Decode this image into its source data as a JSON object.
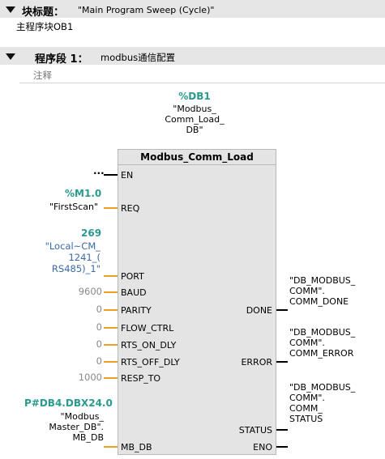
{
  "block": {
    "title_label": "块标题：",
    "title_value": "\"Main Program Sweep (Cycle)\"",
    "comment": "主程序块OB1"
  },
  "network": {
    "label": "程序段 1：",
    "title": "modbus通信配置",
    "comment": "注释"
  },
  "instance_db": {
    "address": "%DB1",
    "name_lines": [
      "\"Modbus_",
      "Comm_Load_",
      "DB\""
    ]
  },
  "fb": {
    "name": "Modbus_Comm_Load",
    "inputs": [
      "EN",
      "REQ",
      "PORT",
      "BAUD",
      "PARITY",
      "FLOW_CTRL",
      "RTS_ON_DLY",
      "RTS_OFF_DLY",
      "RESP_TO",
      "MB_DB"
    ],
    "outputs": [
      "DONE",
      "ERROR",
      "STATUS",
      "ENO"
    ]
  },
  "params": {
    "en": "...",
    "req_address": "%M1.0",
    "req_name": "\"FirstScan\"",
    "port_value": "269",
    "port_name_lines": [
      "\"Local~CM_",
      "1241_(",
      "RS485)_1\""
    ],
    "baud": "9600",
    "parity": "0",
    "flow_ctrl": "0",
    "rts_on_dly": "0",
    "rts_off_dly": "0",
    "resp_to": "1000",
    "mb_db_address": "P#DB4.DBX24.0",
    "mb_db_name_lines": [
      "\"Modbus_",
      "Master_DB\".",
      "MB_DB"
    ],
    "done_lines": [
      "\"DB_MODBUS_",
      "COMM\".",
      "COMM_DONE"
    ],
    "error_lines": [
      "\"DB_MODBUS_",
      "COMM\".",
      "COMM_ERROR"
    ],
    "status_lines": [
      "\"DB_MODBUS_",
      "COMM\".",
      "COMM_",
      "STATUS"
    ]
  },
  "colors": {
    "address": "#2a9a8f",
    "tag": "#3a6aa8",
    "wire": "#f0a020",
    "block": "#e4e4e4"
  },
  "icons": {
    "collapse": "triangle-down-icon"
  }
}
